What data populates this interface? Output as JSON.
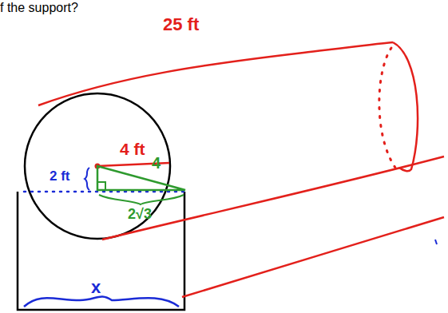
{
  "diagram": {
    "labels": [
      "f the support?",
      "25 ft",
      "4 ft",
      "2 ft",
      "4",
      "2√3",
      "x"
    ]
  }
}
